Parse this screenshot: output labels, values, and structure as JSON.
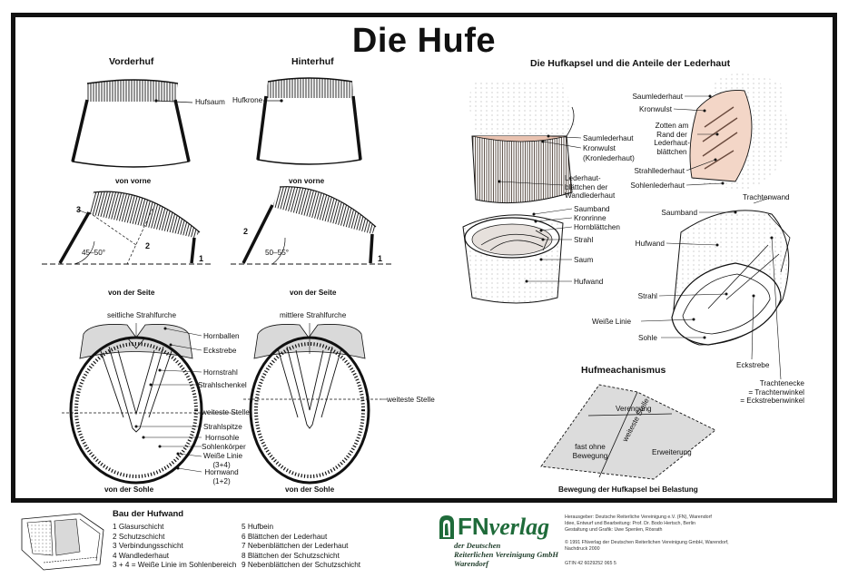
{
  "title": "Die Hufe",
  "vorderhuf": {
    "heading": "Vorderhuf",
    "hufsaum": "Hufsaum",
    "von_vorne": "von vorne",
    "num3": "3",
    "num2": "2",
    "num1": "1",
    "angle": "45–50°",
    "von_der_seite": "von der Seite",
    "von_der_sohle": "von der Sohle",
    "seitliche_strahlfurche": "seitliche Strahlfurche"
  },
  "hinterhuf": {
    "heading": "Hinterhuf",
    "hufkrone": "Hufkrone",
    "von_vorne": "von vorne",
    "num2": "2",
    "num1": "1",
    "angle": "50–55°",
    "von_der_seite": "von der Seite",
    "von_der_sohle": "von der Sohle",
    "mittlere_strahlfurche": "mittlere Strahlfurche"
  },
  "sohle_labels": {
    "hornballen": "Hornballen",
    "eckstrebe": "Eckstrebe",
    "hornstrahl": "Hornstrahl",
    "strahlschenkel": "Strahlschenkel",
    "weiteste_stelle_left": "weiteste Stelle",
    "weiteste_stelle_right": "weiteste Stelle",
    "strahlspitze": "Strahlspitze",
    "hornsohle": "Hornsohle",
    "sohlenkoerper": "Sohlenkörper",
    "weisse_linie": "Weiße Linie",
    "weisse_linie_sub": "(3+4)",
    "hornwand": "Hornwand",
    "hornwand_sub": "(1+2)"
  },
  "hufkapsel": {
    "heading": "Die Hufkapsel und die Anteile der Lederhaut",
    "saumlederhaut": "Saumlederhaut",
    "kronwulst": "Kronwulst",
    "kronlederhaut": "(Kronlederhaut)",
    "lederhaut_1": "Lederhaut-",
    "lederhaut_2": "blättchen der",
    "lederhaut_3": "Wandlederhaut",
    "saumband": "Saumband",
    "kronrinne": "Kronrinne",
    "hornblaettchen": "Hornblättchen",
    "strahl": "Strahl",
    "saum": "Saum",
    "hufwand": "Hufwand",
    "r_saumlederhaut": "Saumlederhaut",
    "r_kronwulst": "Kronwulst",
    "zotten_1": "Zotten am",
    "zotten_2": "Rand der",
    "zotten_3": "Lederhaut-",
    "zotten_4": "blättchen",
    "strahllederhaut": "Strahllederhaut",
    "sohlenlederhaut": "Sohlenlederhaut",
    "trachtenwand": "Trachtenwand",
    "r_saumband": "Saumband",
    "r_hufwand": "Hufwand",
    "r_strahl": "Strahl",
    "weisse_linie": "Weiße Linie",
    "sohle": "Sohle",
    "eckstrebe": "Eckstrebe",
    "trachtenecke_1": "Trachtenecke",
    "trachtenecke_2": "= Trachtenwinkel",
    "trachtenecke_3": "= Eckstrebenwinkel"
  },
  "mechanismus": {
    "heading": "Hufmeachanismus",
    "verengung": "Verengung",
    "fast_1": "fast ohne",
    "fast_2": "Bewegung",
    "weiteste_stelle": "weiteste Stelle",
    "erweiterung": "Erweiterung",
    "caption": "Bewegung der Hufkapsel bei Belastung"
  },
  "hufwand_bau": {
    "heading": "Bau der Hufwand",
    "items_left": [
      "1  Glasurschicht",
      "2  Schutzschicht",
      "3  Verbindungsschicht",
      "4  Wandlederhaut",
      "3 + 4 = Weiße Linie im Sohlenbereich"
    ],
    "items_right": [
      "5  Hufbein",
      "6  Blättchen der Lederhaut",
      "7  Nebenblättchen der Lederhaut",
      "8  Blättchen der Schutzschicht",
      "9  Nebenblättchen der Schutzschicht"
    ]
  },
  "publisher": {
    "logo_fn": "FN",
    "logo_verlag": "verlag",
    "line1": "der Deutschen",
    "line2": "Reiterlichen Vereinigung GmbH",
    "line3": "Warendorf"
  },
  "credits": {
    "lines_a": [
      "Herausgeber: Deutsche Reiterliche Vereinigung e.V. (FN), Warendorf",
      "Idee, Entwurf und Bearbeitung: Prof. Dr. Bodo Hertsch, Berlin",
      "Gestaltung und Grafik: Uwe Spenlen, Rösrath"
    ],
    "lines_b": [
      "© 1991 FNverlag der Deutschen Reiterlichen Vereinigung GmbH, Warendorf,",
      "Nachdruck 2000"
    ],
    "gtin": "GTIN 42 6029252 065 5"
  },
  "colors": {
    "frame": "#111111",
    "sole_gray": "#d9d9d9",
    "lederhaut_pink": "#f3d6c7",
    "mech_gray": "#dcdcdc",
    "logo_green": "#1f6b3a"
  }
}
